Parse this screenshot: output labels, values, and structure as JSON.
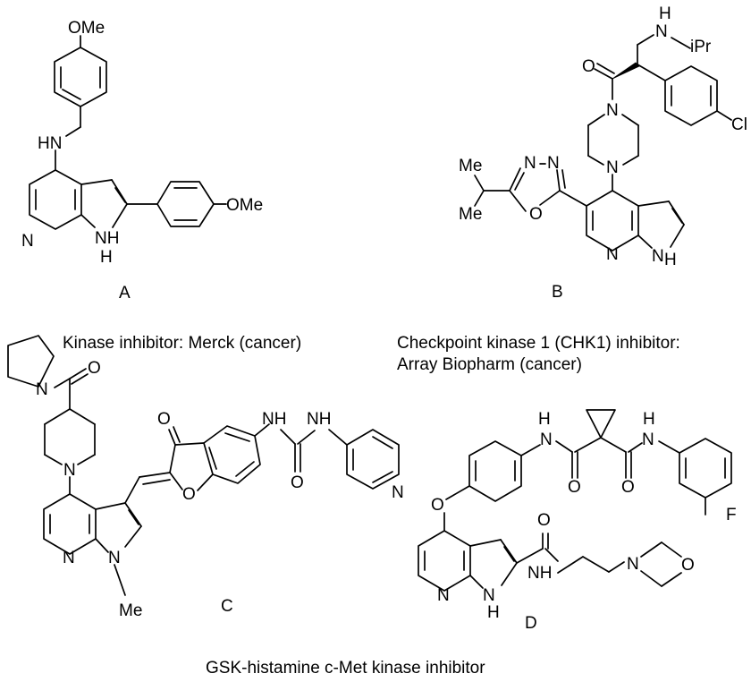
{
  "compounds": [
    {
      "letter": "A",
      "caption": [
        "Kinase inhibitor: Merck (cancer)"
      ]
    },
    {
      "letter": "B",
      "caption": [
        "Checkpoint kinase 1 (CHK1) inhibitor:",
        "Array Biopharm (cancer)"
      ]
    },
    {
      "letter": "C",
      "caption": []
    },
    {
      "letter": "D",
      "caption": []
    }
  ],
  "footer_caption": "GSK-histamine c-Met kinase inhibitor",
  "atom_labels": {
    "OMe": "OMe",
    "HN": "HN",
    "NH": "NH",
    "N": "N",
    "H": "H",
    "O": "O",
    "Cl": "Cl",
    "F": "F",
    "Me": "Me",
    "iPr": "iPr"
  }
}
